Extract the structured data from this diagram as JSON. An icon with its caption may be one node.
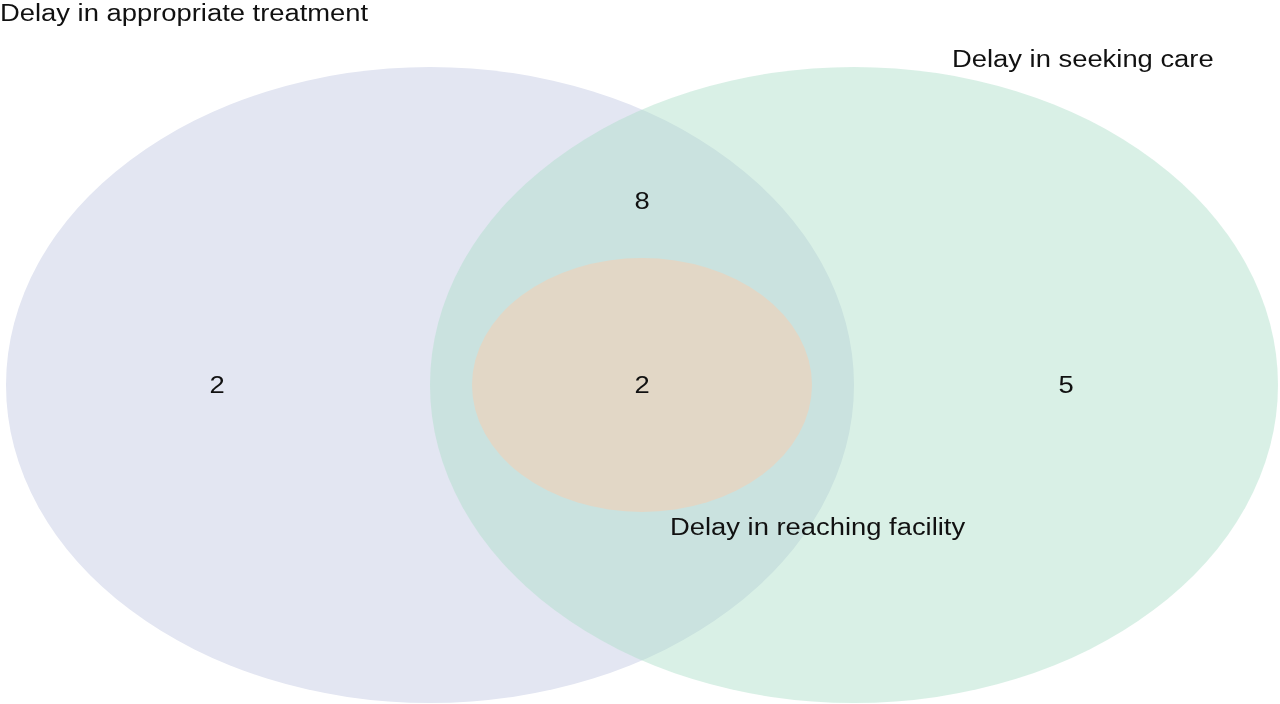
{
  "diagram": {
    "nodes": [
      {
        "text": [
          "Delay in appropriate treatment",
          "2"
        ]
      },
      {
        "text": [
          "Delay in seeking care",
          "5"
        ]
      },
      {
        "text": [
          "2"
        ],
        "beside": [
          "Delay in reaching facility"
        ]
      }
    ],
    "labels": [
      "8"
    ]
  }
}
